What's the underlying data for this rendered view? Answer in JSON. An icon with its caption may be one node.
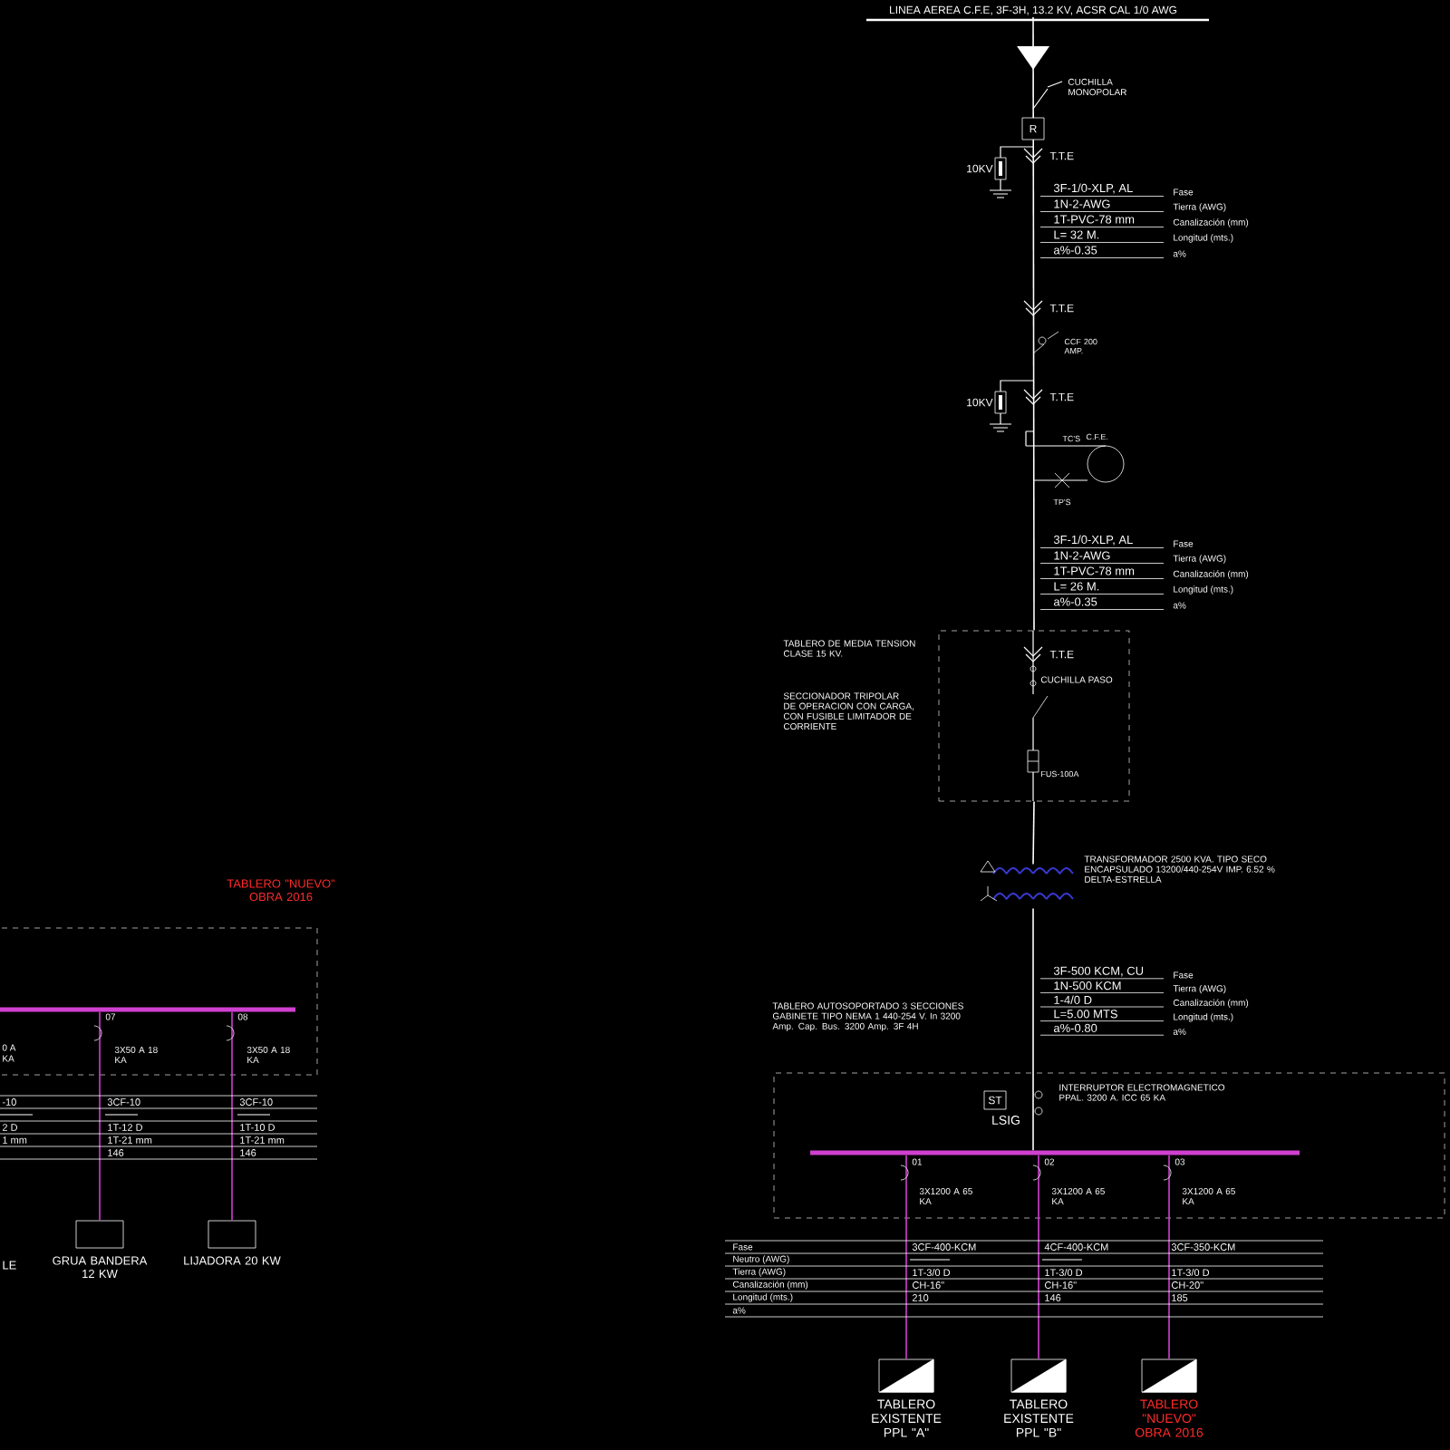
{
  "diagram": {
    "nodes": [
      {
        "text": [
          "LINEA AEREA C.F.E, 3F-3H, 13.2 KV, ACSR CAL 1/0 AWG"
        ]
      },
      {
        "text": [
          "TABLERO DE MEDIA TENSION CLASE 15 KV."
        ]
      },
      {
        "text": [
          "TRANSFORMADOR 2500 KVA. TIPO SECO ENCAPSULADO 13200/440-254V IMP. 6.52 % DELTA-ESTRELLA"
        ]
      },
      {
        "text": [
          "TABLERO AUTOSOPORTADO 3 SECCIONES GABINETE TIPO NEMA 1 440-254 V. In 3200 Amp. Cap. Bus. 3200 Amp. 3F 4H"
        ]
      },
      {
        "text": [],
        "shape": "bar",
        "in": 3
      },
      {
        "text": [
          "TABLERO EXISTENTE PPL \"A\""
        ]
      },
      {
        "text": [
          "TABLERO EXISTENTE PPL \"B\""
        ]
      },
      {
        "text": [
          "TABLERO \"NUEVO\" OBRA 2016"
        ]
      },
      {
        "text": [
          "TABLERO \"NUEVO\" OBRA 2016"
        ]
      },
      {
        "text": [],
        "shape": "bar",
        "in": 8
      },
      {
        "text": [
          "GRUA BANDERA 12 KW"
        ]
      },
      {
        "text": [
          "LIJADORA 20 KW"
        ]
      }
    ],
    "edges": [
      {
        "from": 0,
        "to": 1,
        "arrow": "to",
        "color": "#ffffff"
      },
      {
        "from": 1,
        "to": 2,
        "arrow": "none",
        "color": "#ffffff"
      },
      {
        "from": 2,
        "to": 4,
        "arrow": "none",
        "color": "#ffffff"
      },
      {
        "from": 4,
        "to": 5,
        "arrow": "none",
        "color": "#d040d0"
      },
      {
        "from": 4,
        "to": 6,
        "arrow": "none",
        "color": "#d040d0"
      },
      {
        "from": 4,
        "to": 7,
        "arrow": "none",
        "color": "#d040d0"
      },
      {
        "from": 9,
        "to": 10,
        "arrow": "none",
        "color": "#d040d0"
      },
      {
        "from": 9,
        "to": 11,
        "arrow": "none",
        "color": "#d040d0"
      }
    ],
    "labels": [
      "CUCHILLA MONOPOLAR",
      "10KV",
      "T.T.E",
      "3F-1/0-XLP, AL",
      "Fase",
      "1N-2-AWG",
      "Tierra (AWG)",
      "1T-PVC-78 mm",
      "Canalización (mm)",
      "L= 32 M.",
      "Longitud (mts.)",
      "a%-0.35",
      "a%",
      "T.T.E",
      "CCF 200 AMP.",
      "10KV",
      "T.T.E",
      "TC'S",
      "C.F.E.",
      "TP'S",
      "3F-1/0-XLP, AL",
      "Fase",
      "1N-2-AWG",
      "Tierra (AWG)",
      "1T-PVC-78 mm",
      "Canalización (mm)",
      "L= 26 M.",
      "Longitud (mts.)",
      "a%-0.35",
      "a%",
      "T.T.E",
      "CUCHILLA PASO",
      "SECCIONADOR TRIPOLAR DE OPERACION CON CARGA, CON FUSIBLE LIMITADOR DE CORRIENTE",
      "FUS-100A",
      "3F-500 KCM, CU",
      "Fase",
      "1N-500 KCM",
      "Tierra (AWG)",
      "1-4/0 D",
      "Canalización (mm)",
      "L=5.00 MTS",
      "Longitud (mts.)",
      "a%-0.80",
      "a%",
      "ST",
      "LSIG",
      "INTERRUPTOR ELECTROMAGNETICO PPAL. 3200 A. ICC 65 KA",
      "01",
      "02",
      "03",
      "3X1200 A 65 KA",
      "3X1200 A 65 KA",
      "3X1200 A 65 KA",
      "Fase",
      "Neutro (AWG)",
      "Tierra (AWG)",
      "Canalización (mm)",
      "Longitud (mts.)",
      "a%",
      "3CF-400-KCM",
      "4CF-400-KCM",
      "3CF-350-KCM",
      "1T-3/0 D",
      "1T-3/0 D",
      "1T-3/0 D",
      "CH-16\"",
      "CH-16\"",
      "CH-20\"",
      "210",
      "146",
      "185",
      "0 A",
      "KA",
      "07",
      "08",
      "3X50 A 18 KA",
      "3X50 A 18 KA",
      "-10",
      "3CF-10",
      "3CF-10",
      "2 D",
      "1T-12 D",
      "1T-10 D",
      "1 mm",
      "1T-21 mm",
      "1T-21 mm",
      "146",
      "146",
      "LE",
      "R"
    ]
  }
}
